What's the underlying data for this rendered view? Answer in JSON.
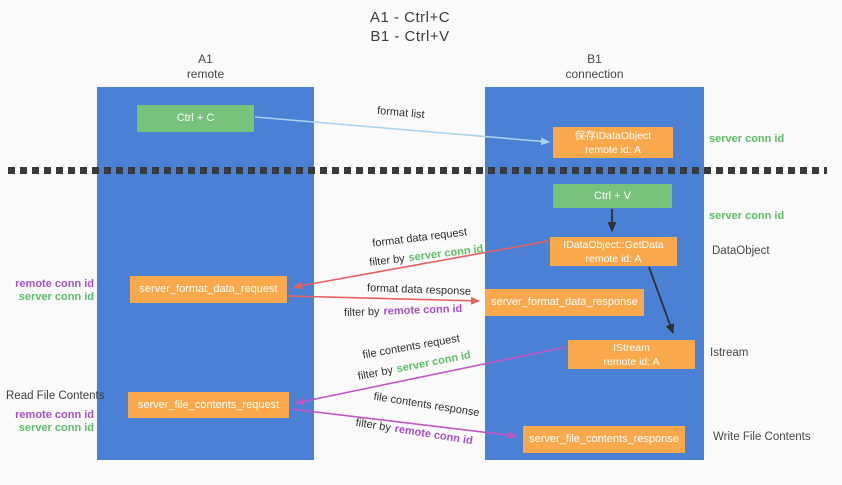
{
  "title": {
    "line1": "A1 - Ctrl+C",
    "line2": "B1 - Ctrl+V"
  },
  "lanes": {
    "left": {
      "name": "A1",
      "role": "remote"
    },
    "right": {
      "name": "B1",
      "role": "connection"
    }
  },
  "nodes": {
    "ctrl_c": {
      "label": "Ctrl + C"
    },
    "ctrl_v": {
      "label": "Ctrl + V"
    },
    "save_idataobject": {
      "line1": "保存IDataObject",
      "line2": "remote id: A"
    },
    "idataobject_getdata": {
      "line1": "IDataObject::GetData",
      "line2": "remote id: A"
    },
    "istream": {
      "line1": "IStream",
      "line2": "remote id: A"
    },
    "server_format_data_request": {
      "label": "server_format_data_request"
    },
    "server_format_data_response": {
      "label": "server_format_data_response"
    },
    "server_file_contents_request": {
      "label": "server_file_contents_request"
    },
    "server_file_contents_response": {
      "label": "server_file_contents_response"
    }
  },
  "annotations": {
    "right": {
      "server_conn_id_top": "server conn id",
      "server_conn_id_mid": "server conn id",
      "dataobject": "DataObject",
      "istream": "Istream",
      "write_file_contents": "Write File Contents"
    },
    "left": {
      "remote_conn_id_1": "remote conn id",
      "server_conn_id_1": "server conn id",
      "read_file_contents": "Read File Contents",
      "remote_conn_id_2": "remote conn id",
      "server_conn_id_2": "server conn id"
    }
  },
  "flows": {
    "format_list": "format list",
    "format_data_request": "format data request",
    "format_data_response": "format data response",
    "file_contents_request": "file contents request",
    "file_contents_response": "file contents response",
    "filter_by": "filter by",
    "server_conn_id": "server conn id",
    "remote_conn_id": "remote conn id"
  },
  "colors": {
    "column_blue": "#4a81d4",
    "box_orange": "#f9a84b",
    "box_green": "#77c37c",
    "text_green": "#5cbe66",
    "text_purple": "#a650c8",
    "arrow_red": "#e96060",
    "arrow_magenta": "#c255c2",
    "arrow_lightblue": "#a8d2f0",
    "arrow_black": "#2f2f2f",
    "background": "#fafafa",
    "divider": "#383838"
  }
}
